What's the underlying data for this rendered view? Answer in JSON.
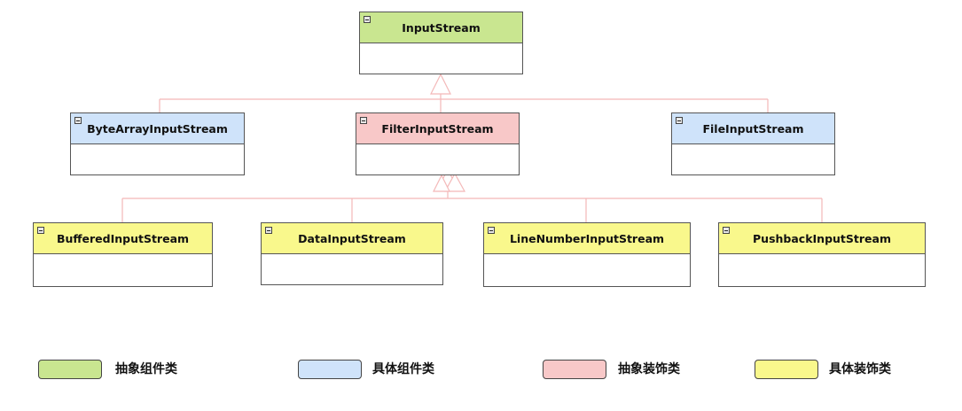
{
  "colors": {
    "abstract_component": "#c9e690",
    "concrete_component": "#cfe3fa",
    "abstract_decorator": "#f8c8c8",
    "concrete_decorator": "#f9f88c",
    "connector": "#f4b8b8"
  },
  "classes": {
    "input_stream": "InputStream",
    "byte_array_input_stream": "ByteArrayInputStream",
    "filter_input_stream": "FilterInputStream",
    "file_input_stream": "FileInputStream",
    "buffered_input_stream": "BufferedInputStream",
    "data_input_stream": "DataInputStream",
    "line_number_input_stream": "LineNumberInputStream",
    "pushback_input_stream": "PushbackInputStream"
  },
  "legend": {
    "abstract_component": "抽象组件类",
    "concrete_component": "具体组件类",
    "abstract_decorator": "抽象装饰类",
    "concrete_decorator": "具体装饰类"
  },
  "icons": [
    "collapse-icon",
    "generalization-arrow-icon"
  ]
}
